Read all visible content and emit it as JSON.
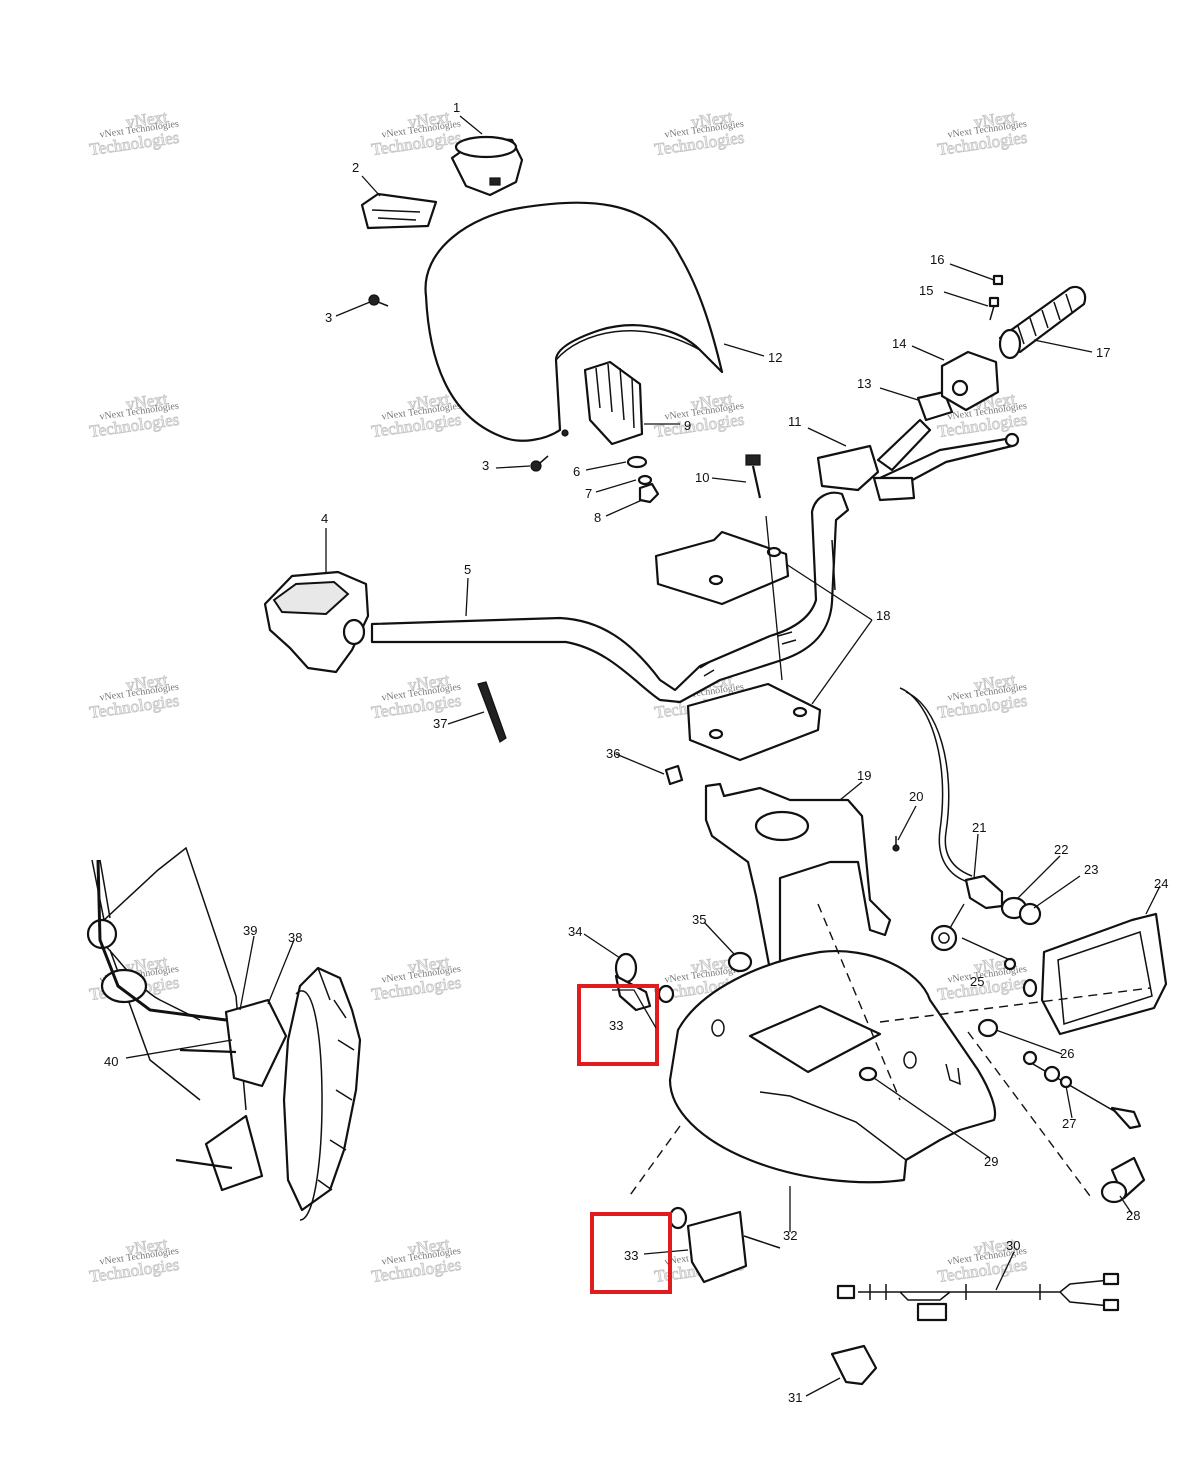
{
  "watermark": {
    "line1": "vNext Technologies",
    "line2": "vNext",
    "line3": "Technologies"
  },
  "callouts": [
    {
      "id": "c1",
      "text": "1"
    },
    {
      "id": "c2",
      "text": "2"
    },
    {
      "id": "c3a",
      "text": "3"
    },
    {
      "id": "c3b",
      "text": "3"
    },
    {
      "id": "c4",
      "text": "4"
    },
    {
      "id": "c5",
      "text": "5"
    },
    {
      "id": "c6",
      "text": "6"
    },
    {
      "id": "c7",
      "text": "7"
    },
    {
      "id": "c8",
      "text": "8"
    },
    {
      "id": "c9",
      "text": "9"
    },
    {
      "id": "c10",
      "text": "10"
    },
    {
      "id": "c11",
      "text": "11"
    },
    {
      "id": "c12",
      "text": "12"
    },
    {
      "id": "c13",
      "text": "13"
    },
    {
      "id": "c14",
      "text": "14"
    },
    {
      "id": "c15",
      "text": "15"
    },
    {
      "id": "c16",
      "text": "16"
    },
    {
      "id": "c17",
      "text": "17"
    },
    {
      "id": "c18",
      "text": "18"
    },
    {
      "id": "c19",
      "text": "19"
    },
    {
      "id": "c20",
      "text": "20"
    },
    {
      "id": "c21",
      "text": "21"
    },
    {
      "id": "c22",
      "text": "22"
    },
    {
      "id": "c23",
      "text": "23"
    },
    {
      "id": "c24",
      "text": "24"
    },
    {
      "id": "c25",
      "text": "25"
    },
    {
      "id": "c26",
      "text": "26"
    },
    {
      "id": "c27",
      "text": "27"
    },
    {
      "id": "c28",
      "text": "28"
    },
    {
      "id": "c29",
      "text": "29"
    },
    {
      "id": "c30",
      "text": "30"
    },
    {
      "id": "c31",
      "text": "31"
    },
    {
      "id": "c32",
      "text": "32"
    },
    {
      "id": "c33a",
      "text": "33"
    },
    {
      "id": "c33b",
      "text": "33"
    },
    {
      "id": "c34",
      "text": "34"
    },
    {
      "id": "c35",
      "text": "35"
    },
    {
      "id": "c36",
      "text": "36"
    },
    {
      "id": "c37",
      "text": "37"
    },
    {
      "id": "c38",
      "text": "38"
    },
    {
      "id": "c39",
      "text": "39"
    },
    {
      "id": "c40",
      "text": "40"
    }
  ],
  "colors": {
    "highlight": "#e01c1c",
    "line": "#111111",
    "watermark": "#777777"
  }
}
